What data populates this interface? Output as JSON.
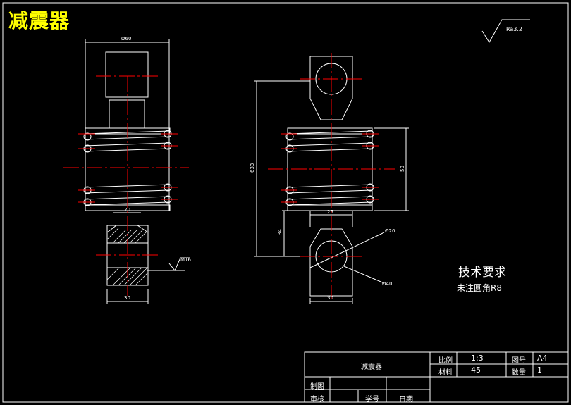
{
  "drawing": {
    "title": "减震器",
    "roughness": "Ra3.2",
    "dimensions": {
      "top_diameter": "Ø60",
      "neck_width": "20",
      "bottom_width_left": "30",
      "thread_callout": "M16",
      "overall_height": "633",
      "spring_height": "50",
      "lower_offset": "34",
      "eye_width": "25",
      "eye_hole": "Ø20",
      "eye_outer": "Ø40",
      "bottom_width_right": "30"
    },
    "requirements": {
      "title": "技术要求",
      "text": "未注圆角R8"
    }
  },
  "title_block": {
    "name": "减震器",
    "scale_label": "比例",
    "scale_value": "1:3",
    "sheet_label": "图号",
    "sheet_value": "A4",
    "material_label": "材料",
    "material_value": "45",
    "qty_label": "数量",
    "qty_value": "1",
    "drawn_label": "制图",
    "checked_label": "审核",
    "school_label": "学号",
    "date_label": "日期"
  },
  "colors": {
    "background": "#000000",
    "lines": "#ffffff",
    "centerlines": "#ff0000",
    "title": "#ffff00"
  }
}
